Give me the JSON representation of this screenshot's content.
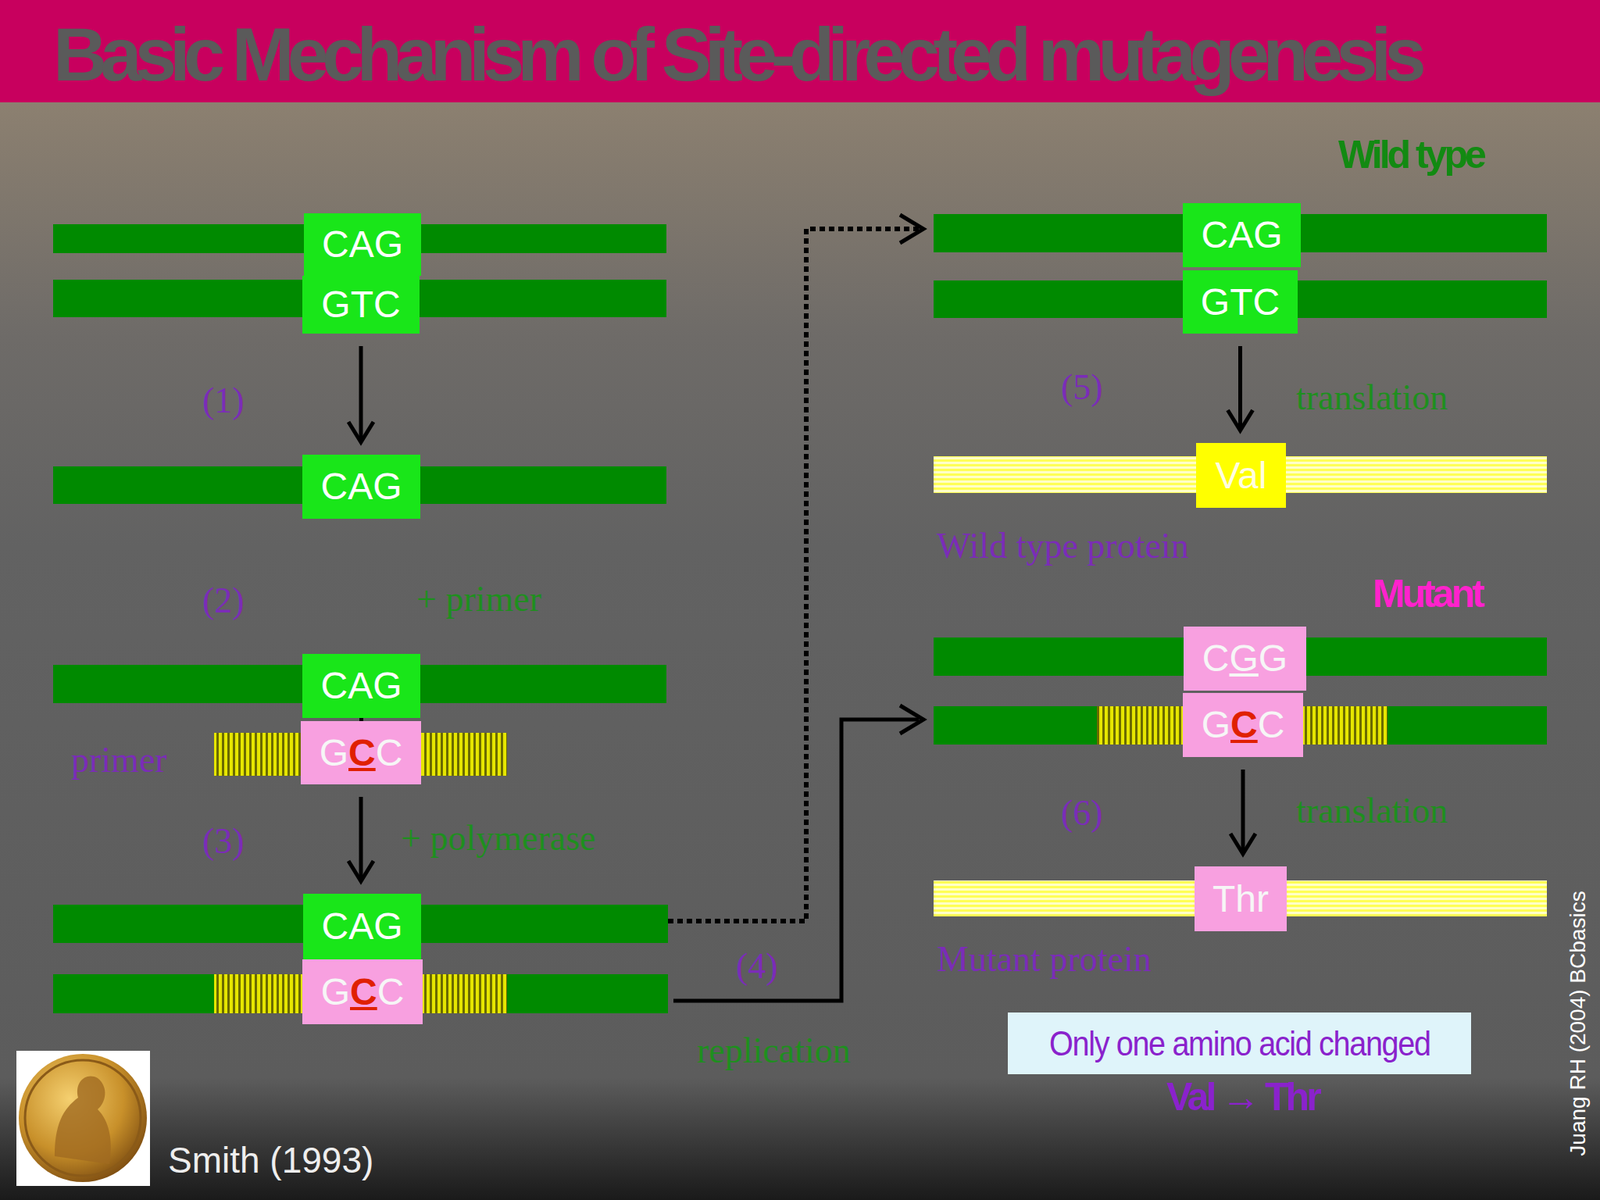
{
  "diagram": {
    "title": "Basic Mechanism of Site-directed mutagenesis",
    "nodes": [
      {
        "text": [
          "CAG"
        ]
      },
      {
        "text": [
          "GTC"
        ]
      },
      {
        "text": [
          "CAG"
        ]
      },
      {
        "text": [
          "CAG"
        ]
      },
      {
        "text": [
          "GCC"
        ]
      },
      {
        "text": [
          "CAG"
        ]
      },
      {
        "text": [
          "GCC"
        ]
      },
      {
        "text": [
          "CAG"
        ]
      },
      {
        "text": [
          "GTC"
        ]
      },
      {
        "text": [
          "Val"
        ]
      },
      {
        "text": [
          "CGG"
        ]
      },
      {
        "text": [
          "GCC"
        ]
      },
      {
        "text": [
          "Thr"
        ]
      },
      {
        "text": [
          "Only one amino acid changed"
        ]
      }
    ],
    "edges": [
      {
        "from": 1,
        "to": 2,
        "arrow": "to"
      },
      {
        "from": 3,
        "to": 4,
        "label": "+ primer",
        "arrow": "to"
      },
      {
        "from": 4,
        "to": 5,
        "label": "+ polymerase",
        "arrow": "to"
      },
      {
        "from": 8,
        "to": 9,
        "label": "translation",
        "arrow": "to"
      },
      {
        "from": 11,
        "to": 12,
        "label": "translation",
        "arrow": "to"
      }
    ],
    "labels": [
      "(1)",
      "(2)",
      "primer",
      "(3)",
      "(4)",
      "replication",
      "Wild type",
      "(5)",
      "Wild type protein",
      "Mutant",
      "(6)",
      "Mutant protein",
      "Val → Thr",
      "Smith (1993)",
      "Juang RH (2004) BCbasics"
    ]
  }
}
